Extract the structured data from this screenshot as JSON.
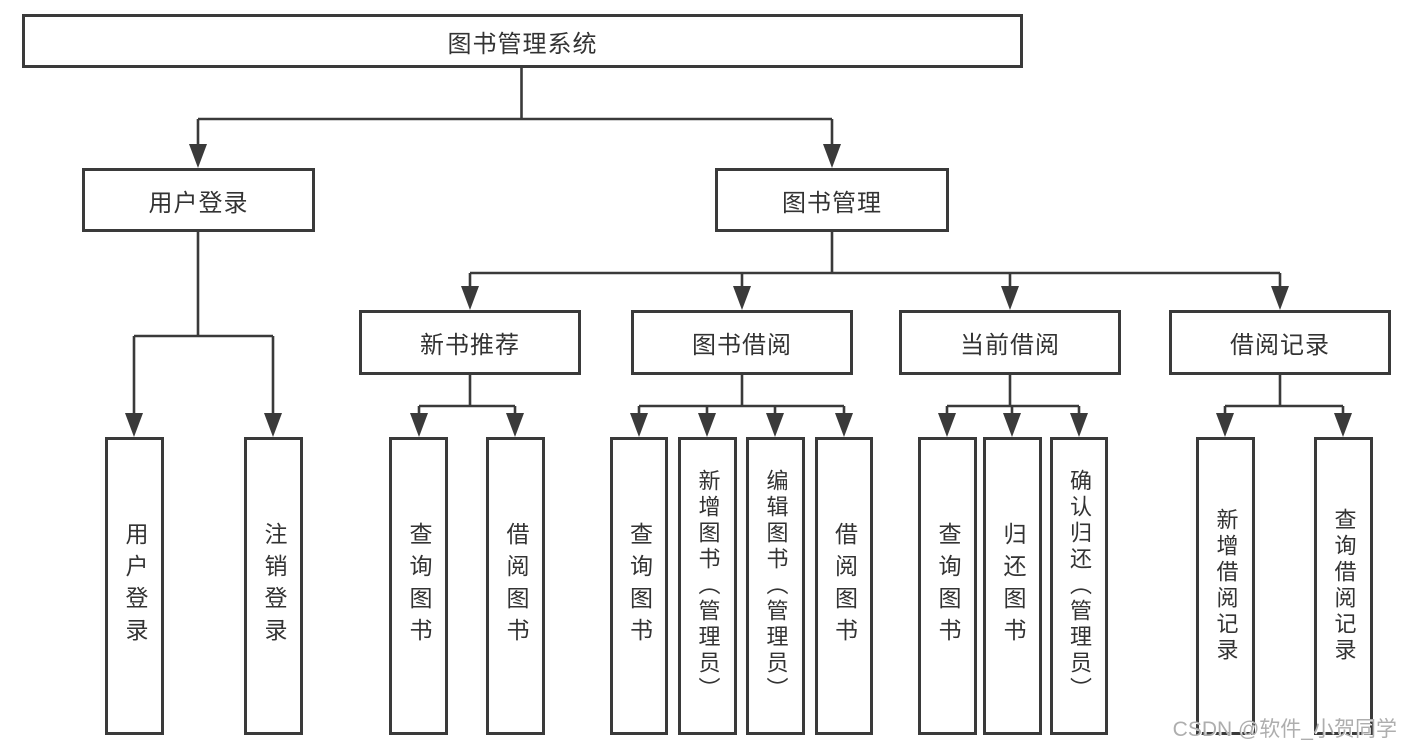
{
  "diagram": {
    "root": {
      "label": "图书管理系统"
    },
    "level2": [
      {
        "label": "用户登录"
      },
      {
        "label": "图书管理"
      }
    ],
    "level3": [
      {
        "label": "新书推荐"
      },
      {
        "label": "图书借阅"
      },
      {
        "label": "当前借阅"
      },
      {
        "label": "借阅记录"
      }
    ],
    "leaves": [
      {
        "label": "用户登录"
      },
      {
        "label": "注销登录"
      },
      {
        "label": "查询图书"
      },
      {
        "label": "借阅图书"
      },
      {
        "label": "查询图书"
      },
      {
        "label": "新增图书（管理员）"
      },
      {
        "label": "编辑图书（管理员）"
      },
      {
        "label": "借阅图书"
      },
      {
        "label": "查询图书"
      },
      {
        "label": "归还图书"
      },
      {
        "label": "确认归还（管理员）"
      },
      {
        "label": "新增借阅记录"
      },
      {
        "label": "查询借阅记录"
      }
    ]
  },
  "watermark": "CSDN @软件_小贺同学",
  "colors": {
    "line": "#3a3a3a",
    "border": "#3a3a3a",
    "text": "#333333",
    "background": "#ffffff",
    "watermark_color": "#aeaeae"
  }
}
